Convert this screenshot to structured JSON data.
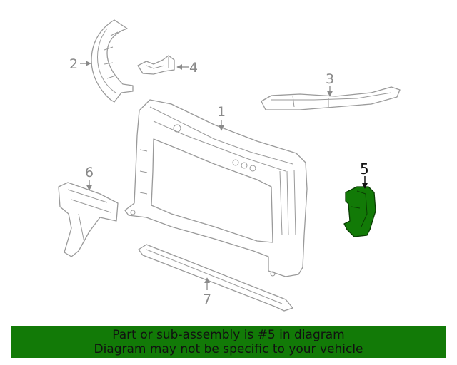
{
  "callouts": {
    "c1": "1",
    "c2": "2",
    "c3": "3",
    "c4": "4",
    "c5": "5",
    "c6": "6",
    "c7": "7"
  },
  "highlight_color": "#127a07",
  "banner": {
    "line1": "Part or sub-assembly is #5 in diagram",
    "line2": "Diagram may not be specific to your vehicle"
  }
}
